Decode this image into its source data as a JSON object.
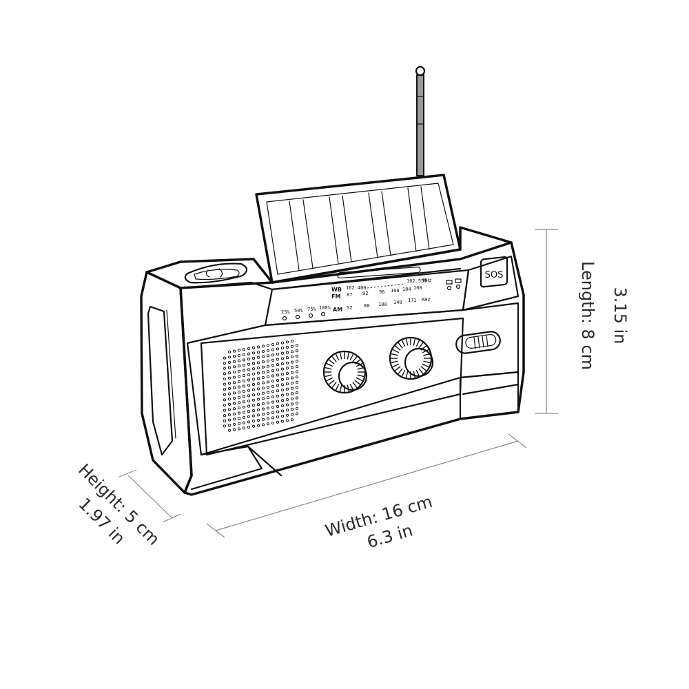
{
  "dimensions": {
    "length": {
      "label": "Length: 8 cm",
      "imperial": "3.15 in"
    },
    "width": {
      "label": "Width: 16 cm",
      "imperial": "6.3 in"
    },
    "height": {
      "label": "Height: 5 cm",
      "imperial": "1.97 in"
    }
  },
  "radio": {
    "sos_label": "SOS",
    "bands": {
      "wb": {
        "label": "WB",
        "start": "162.400",
        "end": "162.550",
        "unit": "MHz"
      },
      "fm": {
        "label": "FM",
        "ticks": [
          "87",
          "92",
          "96",
          "100",
          "104",
          "108"
        ]
      },
      "am": {
        "label": "AM",
        "ticks": [
          "52",
          "80",
          "100",
          "140",
          "171"
        ],
        "unit": "KHz"
      }
    },
    "battery_levels": [
      "25%",
      "50%",
      "75%",
      "100%"
    ]
  }
}
